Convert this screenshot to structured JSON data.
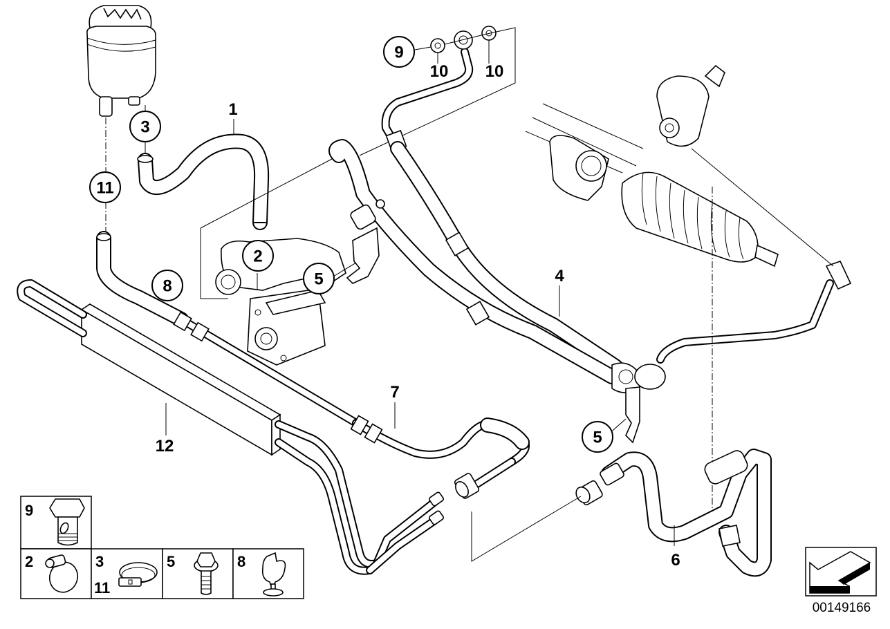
{
  "diagram": {
    "title": "Power steering hydraulic lines / oil cooler – parts diagram",
    "diagram_code": "00149166",
    "callouts_circled": [
      {
        "id": "c9",
        "label": "9",
        "part": "hollow bolt"
      },
      {
        "id": "c3",
        "label": "3",
        "part": "hose clamp"
      },
      {
        "id": "c11",
        "label": "11",
        "part": "hose clamp"
      },
      {
        "id": "c2",
        "label": "2",
        "part": "hose clamp (worm drive)"
      },
      {
        "id": "c8",
        "label": "8",
        "part": "hose holder clip"
      },
      {
        "id": "c5a",
        "label": "5",
        "part": "bolt (bracket at pump)"
      },
      {
        "id": "c5b",
        "label": "5",
        "part": "bolt (bracket at line 4)"
      }
    ],
    "labels_plain": [
      {
        "id": "l1",
        "label": "1",
        "part": "suction hose (reservoir to pump)"
      },
      {
        "id": "l10a",
        "label": "10",
        "part": "seal ring"
      },
      {
        "id": "l10b",
        "label": "10",
        "part": "seal ring"
      },
      {
        "id": "l4",
        "label": "4",
        "part": "pressure hose to steering gear"
      },
      {
        "id": "l7",
        "label": "7",
        "part": "return line to cooler"
      },
      {
        "id": "l12",
        "label": "12",
        "part": "power steering oil cooler"
      },
      {
        "id": "l6",
        "label": "6",
        "part": "return line from steering gear"
      }
    ],
    "legend": {
      "cells": [
        {
          "labels": [
            "9"
          ],
          "icon": "hollow-bolt-icon"
        },
        {
          "labels": [
            "2"
          ],
          "icon": "worm-clamp-icon"
        },
        {
          "labels": [
            "3",
            "11"
          ],
          "icon": "ear-clamp-icon"
        },
        {
          "labels": [
            "5"
          ],
          "icon": "hex-flange-bolt-icon"
        },
        {
          "labels": [
            "8"
          ],
          "icon": "hose-clip-icon"
        }
      ]
    },
    "orientation_icon": "direction-arrow-icon"
  }
}
